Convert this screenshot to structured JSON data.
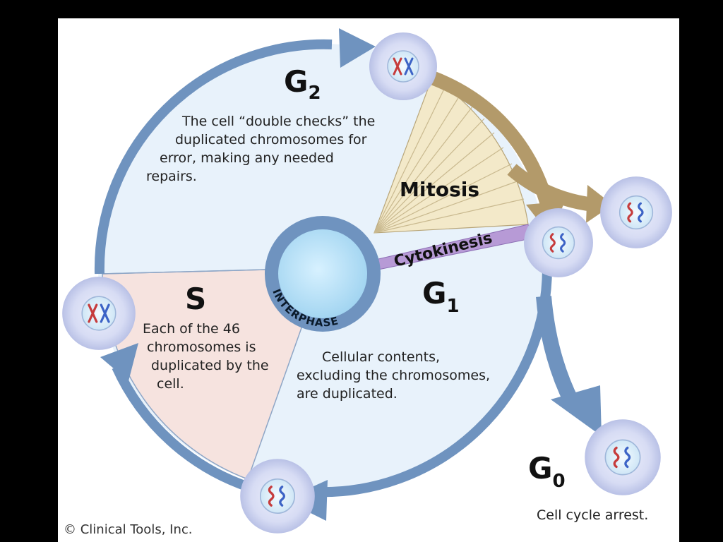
{
  "phases": {
    "g2": {
      "letter": "G",
      "sub": "2",
      "description": [
        "The cell “double checks” the",
        "duplicated chromosomes for",
        "error, making any needed",
        "repairs."
      ]
    },
    "s": {
      "letter": "S",
      "description": [
        "Each of the 46",
        "chromosomes is",
        "duplicated by the",
        "cell."
      ]
    },
    "g1": {
      "letter": "G",
      "sub": "1",
      "description": [
        "Cellular contents,",
        "excluding the chromosomes,",
        "are duplicated."
      ]
    },
    "g0": {
      "letter": "G",
      "sub": "0",
      "description": [
        "Cell cycle arrest."
      ]
    }
  },
  "labels": {
    "mitosis": "Mitosis",
    "cytokinesis": "Cytokinesis",
    "interphase": "INTERPHASE"
  },
  "copyright": "© Clinical Tools, Inc.",
  "colors": {
    "ring": "#6f93bf",
    "interior": "#e8f2fb",
    "s_sector": "#f6e3df",
    "mitosis_fan": "#f3e9c9",
    "mitosis_arrow": "#b39a6a",
    "cytokinesis_band": "#b79ad6",
    "cell_fill": "#d7dcf4",
    "nucleus_fill": "#e6f3fb",
    "chrom_red": "#c63c3c",
    "chrom_blue": "#3c63c6"
  }
}
